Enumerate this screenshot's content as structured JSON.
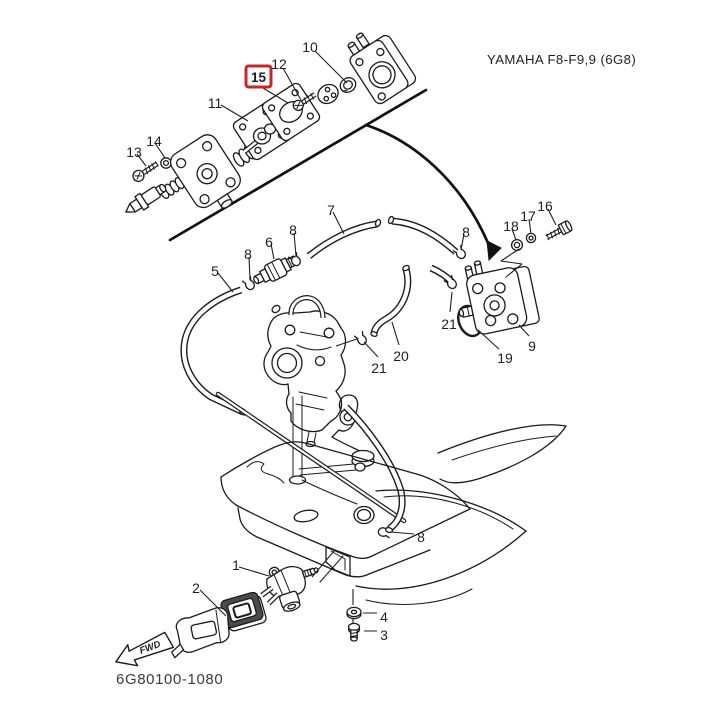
{
  "diagram": {
    "title": "YAMAHA F8-F9,9 (6G8)",
    "drawing_code": "6G80100-1080",
    "fwd_label": "FWD",
    "highlighted_part": "15",
    "colors": {
      "title": "#d93a3a",
      "highlight_box": "#c52727",
      "line": "#1b1b1b",
      "background": "#ffffff"
    }
  },
  "callouts": {
    "n1": "1",
    "n2": "2",
    "n3": "3",
    "n4": "4",
    "n5": "5",
    "n6": "6",
    "n7": "7",
    "n8": "8",
    "n9": "9",
    "n10": "10",
    "n11": "11",
    "n12": "12",
    "n13": "13",
    "n14": "14",
    "n15": "15",
    "n16": "16",
    "n17": "17",
    "n18": "18",
    "n19": "19",
    "n20": "20",
    "n21": "21"
  }
}
